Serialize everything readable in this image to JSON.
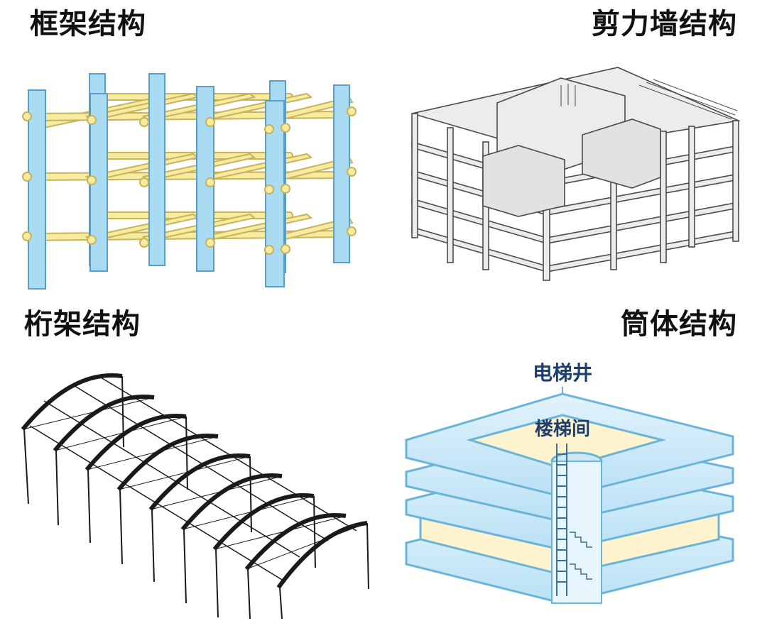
{
  "panels": [
    {
      "title": "框架结构",
      "illustration": "frame-structure-illustration"
    },
    {
      "title": "剪力墙结构",
      "illustration": "shear-wall-structure-illustration"
    },
    {
      "title": "桁架结构",
      "illustration": "truss-structure-illustration"
    },
    {
      "title": "筒体结构",
      "illustration": "tube-structure-illustration"
    }
  ],
  "tube_labels": {
    "elevator_shaft": "电梯井",
    "stairwell": "楼梯间"
  },
  "colors": {
    "frame_column": "#a9dcf3",
    "frame_column_edge": "#5b9ec5",
    "frame_beam": "#f6eb9f",
    "frame_beam_edge": "#c8b35a",
    "shear_wall": "#ececec",
    "shear_wall_edge": "#4a4a4a",
    "truss": "#1a1a1a",
    "tube_outline": "#6ab3d9",
    "tube_fill": "#fdf3cf",
    "label_text": "#1d3f6e"
  }
}
